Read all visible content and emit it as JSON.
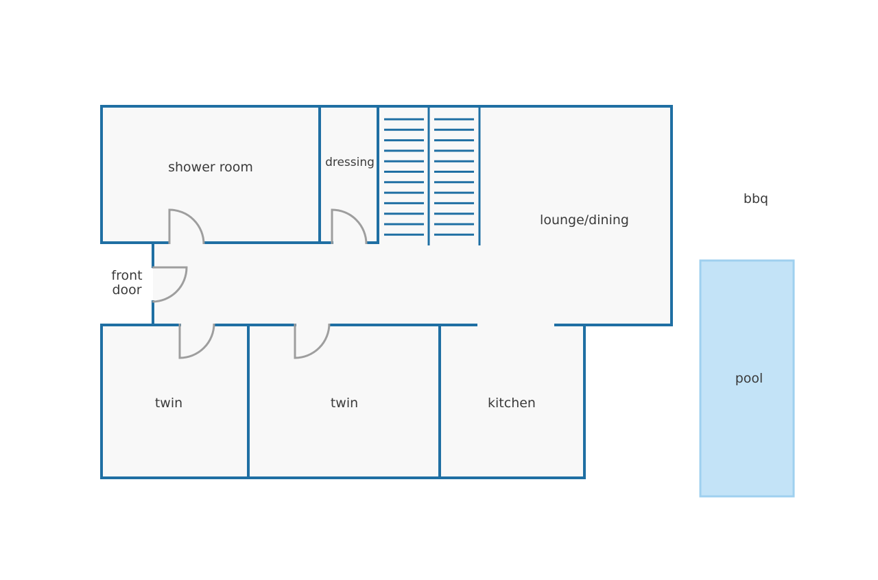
{
  "rooms": {
    "shower_room": "shower room",
    "dressing": "dressing",
    "lounge_dining": "lounge/dining",
    "front_door_line1": "front",
    "front_door_line2": "door",
    "twin_left": "twin",
    "twin_middle": "twin",
    "kitchen": "kitchen",
    "bbq": "bbq",
    "pool": "pool"
  },
  "colors": {
    "wall": "#1f6fa3",
    "floor": "#f8f8f8",
    "door": "#9e9e9e",
    "pool_fill": "#c3e3f7",
    "pool_border": "#9fd0ef",
    "text": "#3a3a3a"
  }
}
